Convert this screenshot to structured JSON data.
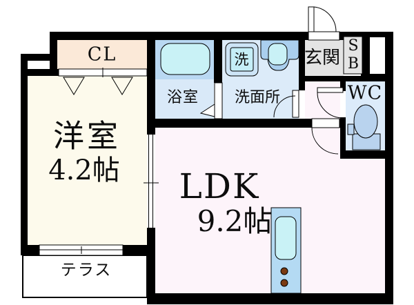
{
  "floorplan": {
    "rooms": {
      "closet": {
        "label": "CL"
      },
      "western_room": {
        "label": "洋室",
        "size": "4.2帖"
      },
      "bathroom": {
        "label": "浴室"
      },
      "washroom": {
        "label": "洗面所"
      },
      "entrance": {
        "label": "玄関"
      },
      "shoe_box": {
        "top": "S",
        "bottom": "B"
      },
      "wc": {
        "label": "WC"
      },
      "ldk": {
        "label": "LDK",
        "size": "9.2帖"
      },
      "terrace": {
        "label": "テラス"
      }
    },
    "fixtures": {
      "washing_machine": {
        "label": "洗"
      }
    },
    "colors": {
      "wall": "#000000",
      "western_room": "#fdfaec",
      "closet": "#fbe9d8",
      "bathroom_upper": "#b9d8f2",
      "bathroom_lower": "#d9e9f8",
      "bathtub": "#c9f2f6",
      "washroom": "#dcebf9",
      "washer_outer": "#cde4f6",
      "washer_inner": "#c5eef7",
      "vanity_counter": "#aacfee",
      "vanity_bowl": "#c9f1f6",
      "entrance": "#e4e4e4",
      "toilet_room": "#dcebfa",
      "toilet_fixture": "#b9d3ee",
      "ldk": "#fdf4fa",
      "kitchen_counter": "#b4daf3",
      "kitchen_sink": "#c9f2f6",
      "burner": "#7a3a12",
      "terrace": "#ffffff"
    }
  }
}
